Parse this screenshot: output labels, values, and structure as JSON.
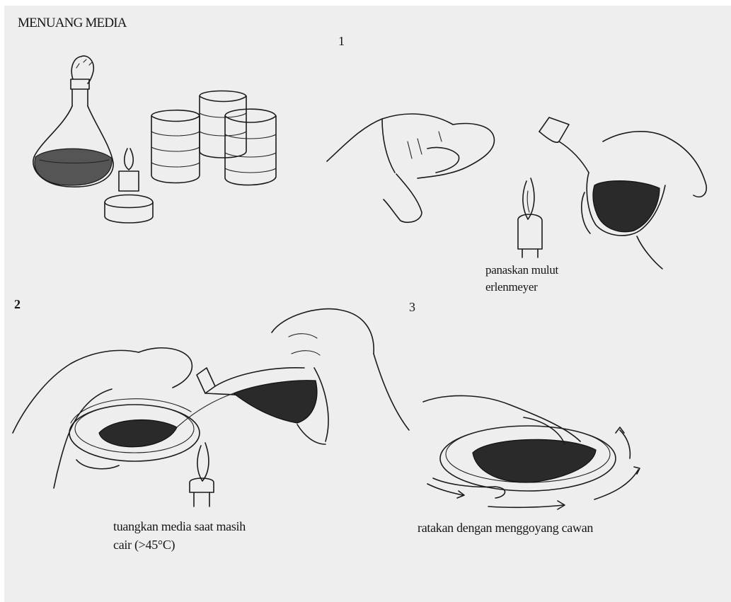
{
  "title": "MENUANG MEDIA",
  "steps": [
    {
      "number": "1",
      "caption_line1": "panaskan mulut",
      "caption_line2": "erlenmeyer"
    },
    {
      "number": "2",
      "caption_line1": "tuangkan media saat masih",
      "caption_line2": "cair (>45°C)"
    },
    {
      "number": "3",
      "caption_line1": "ratakan dengan menggoyang cawan"
    }
  ]
}
